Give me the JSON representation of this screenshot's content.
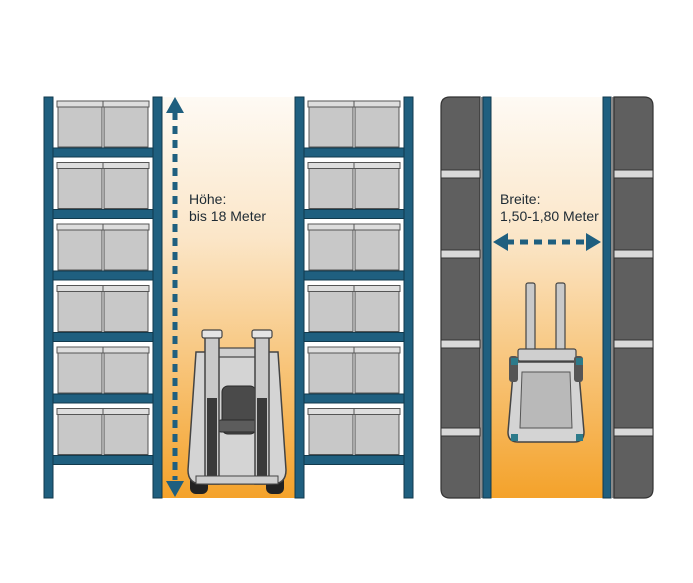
{
  "height_label": {
    "title": "Höhe:",
    "value": "bis 18 Meter"
  },
  "width_label": {
    "title": "Breite:",
    "value": "1,50-1,80 Meter"
  },
  "colors": {
    "rack_blue": "#1f5f7f",
    "box_fill": "#c6c6c6",
    "box_edge": "#555555",
    "aisle_top": "#fdf3e6",
    "aisle_bottom": "#f3a62c",
    "arrow": "#1f5f7f",
    "top_view_rack": "#5c5c5c"
  }
}
